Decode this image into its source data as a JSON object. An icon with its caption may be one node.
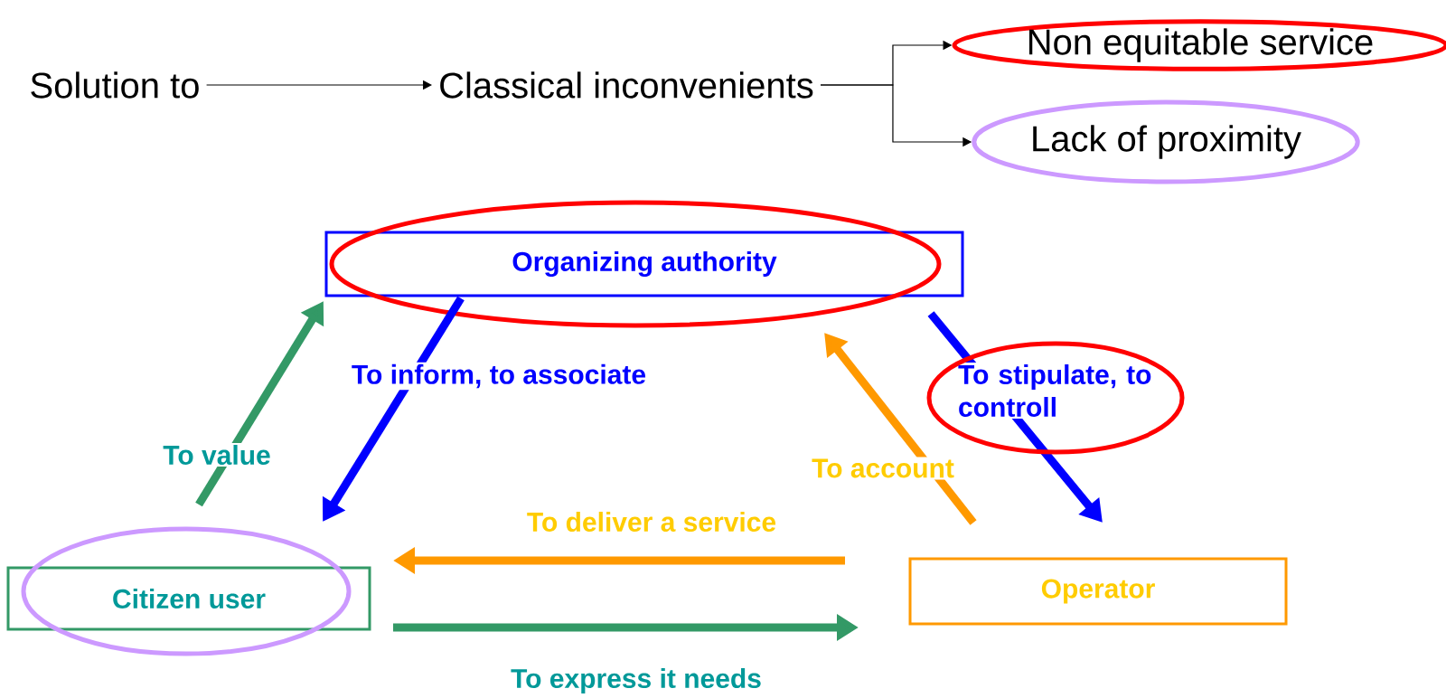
{
  "diagram": {
    "nodes": [
      {
        "text": [
          "Solution to"
        ]
      },
      {
        "text": [
          "Classical inconvenients"
        ]
      },
      {
        "text": [
          "Non equitable service"
        ]
      },
      {
        "text": [
          "Lack of proximity"
        ]
      },
      {
        "text": [
          "Organizing authority"
        ]
      },
      {
        "text": [
          "Citizen user"
        ]
      },
      {
        "text": [
          "Operator"
        ]
      }
    ],
    "edges": [
      {
        "from": 0,
        "to": 1,
        "arrow": "to"
      },
      {
        "from": 1,
        "to": 2,
        "arrow": "to"
      },
      {
        "from": 1,
        "to": 3,
        "arrow": "to"
      },
      {
        "from": 5,
        "to": 4,
        "arrow": "to",
        "label": "To value",
        "color": "#339966"
      },
      {
        "from": 4,
        "to": 5,
        "arrow": "to",
        "label": "To inform, to associate",
        "color": "#0000ff"
      },
      {
        "from": 4,
        "to": 6,
        "arrow": "to",
        "label": "To stipulate, to controll",
        "color": "#0000ff"
      },
      {
        "from": 6,
        "to": 4,
        "arrow": "to",
        "label": "To account",
        "color": "#ff9900"
      },
      {
        "from": 6,
        "to": 5,
        "arrow": "to",
        "label": "To deliver a service",
        "color": "#ff9900"
      },
      {
        "from": 5,
        "to": 6,
        "arrow": "to",
        "label": "To express it needs",
        "color": "#339966"
      }
    ]
  }
}
